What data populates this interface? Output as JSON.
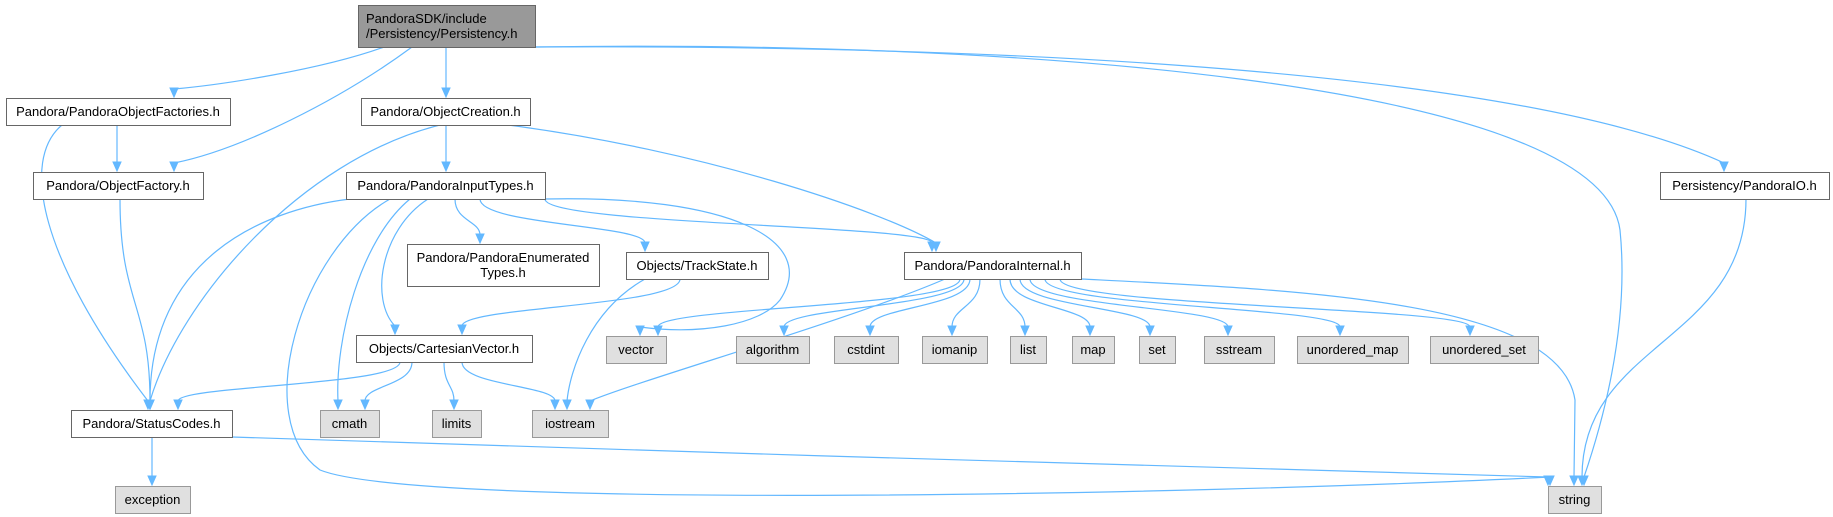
{
  "colors": {
    "edge": "#63b8ff",
    "root_fill": "#999999",
    "root_stroke": "#666666",
    "header_fill": "#ffffff",
    "header_stroke": "#666666",
    "system_fill": "#e0e0e0",
    "system_stroke": "#999999"
  },
  "nodes": {
    "persistency_h": {
      "lines": [
        "PandoraSDK/include",
        "/Persistency/Persistency.h"
      ],
      "kind": "root"
    },
    "pandora_object_factories_h": {
      "lines": [
        "Pandora/PandoraObjectFactories.h"
      ],
      "kind": "header"
    },
    "pandora_object_creation_h": {
      "lines": [
        "Pandora/ObjectCreation.h"
      ],
      "kind": "header"
    },
    "pandora_object_factory_h": {
      "lines": [
        "Pandora/ObjectFactory.h"
      ],
      "kind": "header"
    },
    "pandora_input_types_h": {
      "lines": [
        "Pandora/PandoraInputTypes.h"
      ],
      "kind": "header"
    },
    "pandora_enumerated_types_h": {
      "lines": [
        "Pandora/PandoraEnumerated",
        "Types.h"
      ],
      "kind": "header"
    },
    "objects_track_state_h": {
      "lines": [
        "Objects/TrackState.h"
      ],
      "kind": "header"
    },
    "pandora_internal_h": {
      "lines": [
        "Pandora/PandoraInternal.h"
      ],
      "kind": "header"
    },
    "persistency_pandora_io_h": {
      "lines": [
        "Persistency/PandoraIO.h"
      ],
      "kind": "header"
    },
    "objects_cartesian_vector_h": {
      "lines": [
        "Objects/CartesianVector.h"
      ],
      "kind": "header"
    },
    "pandora_status_codes_h": {
      "lines": [
        "Pandora/StatusCodes.h"
      ],
      "kind": "header"
    },
    "sys_vector": {
      "lines": [
        "vector"
      ],
      "kind": "system"
    },
    "sys_algorithm": {
      "lines": [
        "algorithm"
      ],
      "kind": "system"
    },
    "sys_cstdint": {
      "lines": [
        "cstdint"
      ],
      "kind": "system"
    },
    "sys_iomanip": {
      "lines": [
        "iomanip"
      ],
      "kind": "system"
    },
    "sys_list": {
      "lines": [
        "list"
      ],
      "kind": "system"
    },
    "sys_map": {
      "lines": [
        "map"
      ],
      "kind": "system"
    },
    "sys_set": {
      "lines": [
        "set"
      ],
      "kind": "system"
    },
    "sys_sstream": {
      "lines": [
        "sstream"
      ],
      "kind": "system"
    },
    "sys_unordered_map": {
      "lines": [
        "unordered_map"
      ],
      "kind": "system"
    },
    "sys_unordered_set": {
      "lines": [
        "unordered_set"
      ],
      "kind": "system"
    },
    "sys_cmath": {
      "lines": [
        "cmath"
      ],
      "kind": "system"
    },
    "sys_limits": {
      "lines": [
        "limits"
      ],
      "kind": "system"
    },
    "sys_iostream": {
      "lines": [
        "iostream"
      ],
      "kind": "system"
    },
    "sys_exception": {
      "lines": [
        "exception"
      ],
      "kind": "system"
    },
    "sys_string": {
      "lines": [
        "string"
      ],
      "kind": "system"
    }
  },
  "edges": [
    {
      "from": "persistency_h",
      "to": "pandora_object_factories_h"
    },
    {
      "from": "persistency_h",
      "to": "pandora_object_factory_h"
    },
    {
      "from": "persistency_h",
      "to": "pandora_object_creation_h"
    },
    {
      "from": "persistency_h",
      "to": "sys_string"
    },
    {
      "from": "persistency_h",
      "to": "persistency_pandora_io_h"
    },
    {
      "from": "pandora_object_factories_h",
      "to": "pandora_object_factory_h"
    },
    {
      "from": "pandora_object_factories_h",
      "to": "pandora_status_codes_h"
    },
    {
      "from": "pandora_object_factory_h",
      "to": "pandora_status_codes_h"
    },
    {
      "from": "pandora_object_creation_h",
      "to": "pandora_input_types_h"
    },
    {
      "from": "pandora_object_creation_h",
      "to": "pandora_internal_h"
    },
    {
      "from": "pandora_object_creation_h",
      "to": "pandora_status_codes_h"
    },
    {
      "from": "pandora_input_types_h",
      "to": "pandora_enumerated_types_h"
    },
    {
      "from": "pandora_input_types_h",
      "to": "objects_track_state_h"
    },
    {
      "from": "pandora_input_types_h",
      "to": "pandora_internal_h"
    },
    {
      "from": "pandora_input_types_h",
      "to": "sys_vector"
    },
    {
      "from": "pandora_input_types_h",
      "to": "objects_cartesian_vector_h"
    },
    {
      "from": "pandora_input_types_h",
      "to": "pandora_status_codes_h"
    },
    {
      "from": "pandora_input_types_h",
      "to": "sys_cmath"
    },
    {
      "from": "pandora_input_types_h",
      "to": "sys_string"
    },
    {
      "from": "objects_track_state_h",
      "to": "objects_cartesian_vector_h"
    },
    {
      "from": "objects_track_state_h",
      "to": "sys_iostream"
    },
    {
      "from": "pandora_internal_h",
      "to": "sys_vector"
    },
    {
      "from": "pandora_internal_h",
      "to": "sys_algorithm"
    },
    {
      "from": "pandora_internal_h",
      "to": "sys_cstdint"
    },
    {
      "from": "pandora_internal_h",
      "to": "sys_iomanip"
    },
    {
      "from": "pandora_internal_h",
      "to": "sys_list"
    },
    {
      "from": "pandora_internal_h",
      "to": "sys_map"
    },
    {
      "from": "pandora_internal_h",
      "to": "sys_set"
    },
    {
      "from": "pandora_internal_h",
      "to": "sys_sstream"
    },
    {
      "from": "pandora_internal_h",
      "to": "sys_unordered_map"
    },
    {
      "from": "pandora_internal_h",
      "to": "sys_unordered_set"
    },
    {
      "from": "pandora_internal_h",
      "to": "sys_iostream"
    },
    {
      "from": "pandora_internal_h",
      "to": "sys_string"
    },
    {
      "from": "objects_cartesian_vector_h",
      "to": "pandora_status_codes_h"
    },
    {
      "from": "objects_cartesian_vector_h",
      "to": "sys_cmath"
    },
    {
      "from": "objects_cartesian_vector_h",
      "to": "sys_limits"
    },
    {
      "from": "objects_cartesian_vector_h",
      "to": "sys_iostream"
    },
    {
      "from": "pandora_status_codes_h",
      "to": "sys_exception"
    },
    {
      "from": "pandora_status_codes_h",
      "to": "sys_string"
    },
    {
      "from": "persistency_pandora_io_h",
      "to": "sys_string"
    }
  ]
}
